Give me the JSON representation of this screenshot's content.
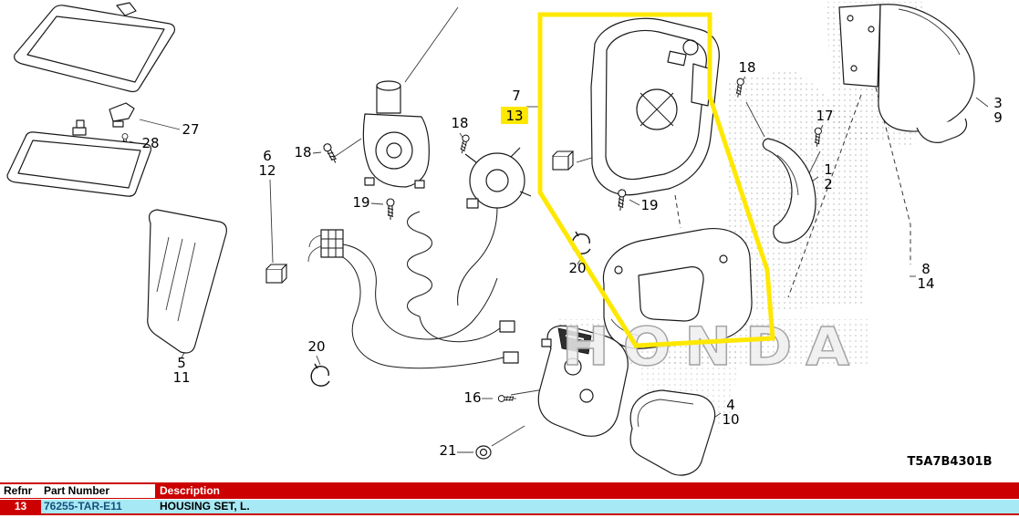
{
  "app": {
    "diagram_code": "T5A7B4301B",
    "watermark": "HONDA"
  },
  "colors": {
    "highlight_yellow": "#ffe800",
    "table_red": "#cc0000",
    "row_cyan": "#a7e9f5"
  },
  "diagram": {
    "labels": [
      {
        "text": "27"
      },
      {
        "text": "28"
      },
      {
        "text": "18"
      },
      {
        "text": "6"
      },
      {
        "text": "12"
      },
      {
        "text": "19"
      },
      {
        "text": "18"
      },
      {
        "text": "7"
      },
      {
        "text": "13"
      },
      {
        "text": "18"
      },
      {
        "text": "17"
      },
      {
        "text": "1"
      },
      {
        "text": "2"
      },
      {
        "text": "3"
      },
      {
        "text": "9"
      },
      {
        "text": "8"
      },
      {
        "text": "14"
      },
      {
        "text": "5"
      },
      {
        "text": "11"
      },
      {
        "text": "20"
      },
      {
        "text": "20"
      },
      {
        "text": "19"
      },
      {
        "text": "16"
      },
      {
        "text": "4"
      },
      {
        "text": "10"
      },
      {
        "text": "21"
      }
    ]
  },
  "table": {
    "columns": [
      {
        "label": "Refnr"
      },
      {
        "label": "Part Number"
      },
      {
        "label": "Description"
      }
    ],
    "rows": [
      {
        "refnr": "13",
        "part_number": "76255-TAR-E11",
        "description": "HOUSING SET, L."
      }
    ]
  }
}
